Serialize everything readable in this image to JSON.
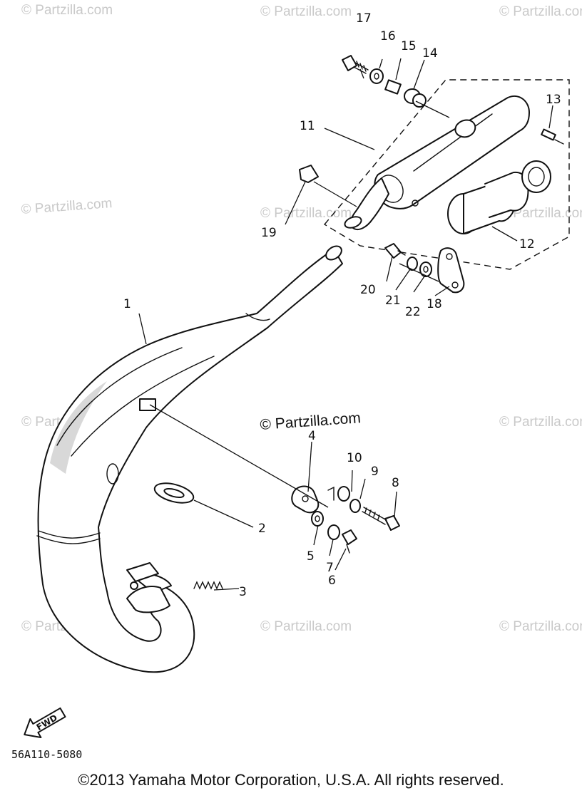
{
  "watermarks": {
    "text": "© Partzilla.com",
    "highlight": "© Partzilla.com"
  },
  "callouts": {
    "p1": "1",
    "p2": "2",
    "p3": "3",
    "p4": "4",
    "p5": "5",
    "p6": "6",
    "p7": "7",
    "p8": "8",
    "p9": "9",
    "p10": "10",
    "p11": "11",
    "p12": "12",
    "p13": "13",
    "p14": "14",
    "p15": "15",
    "p16": "16",
    "p17": "17",
    "p18": "18",
    "p19": "19",
    "p20": "20",
    "p21": "21",
    "p22": "22"
  },
  "fwd_label": "FWD",
  "diagram_code": "56A110-5080",
  "copyright": "©2013  Yamaha Motor Corporation, U.S.A. All rights reserved.",
  "colors": {
    "ink": "#111111",
    "watermark": "#c9c9c9",
    "background": "#ffffff"
  }
}
